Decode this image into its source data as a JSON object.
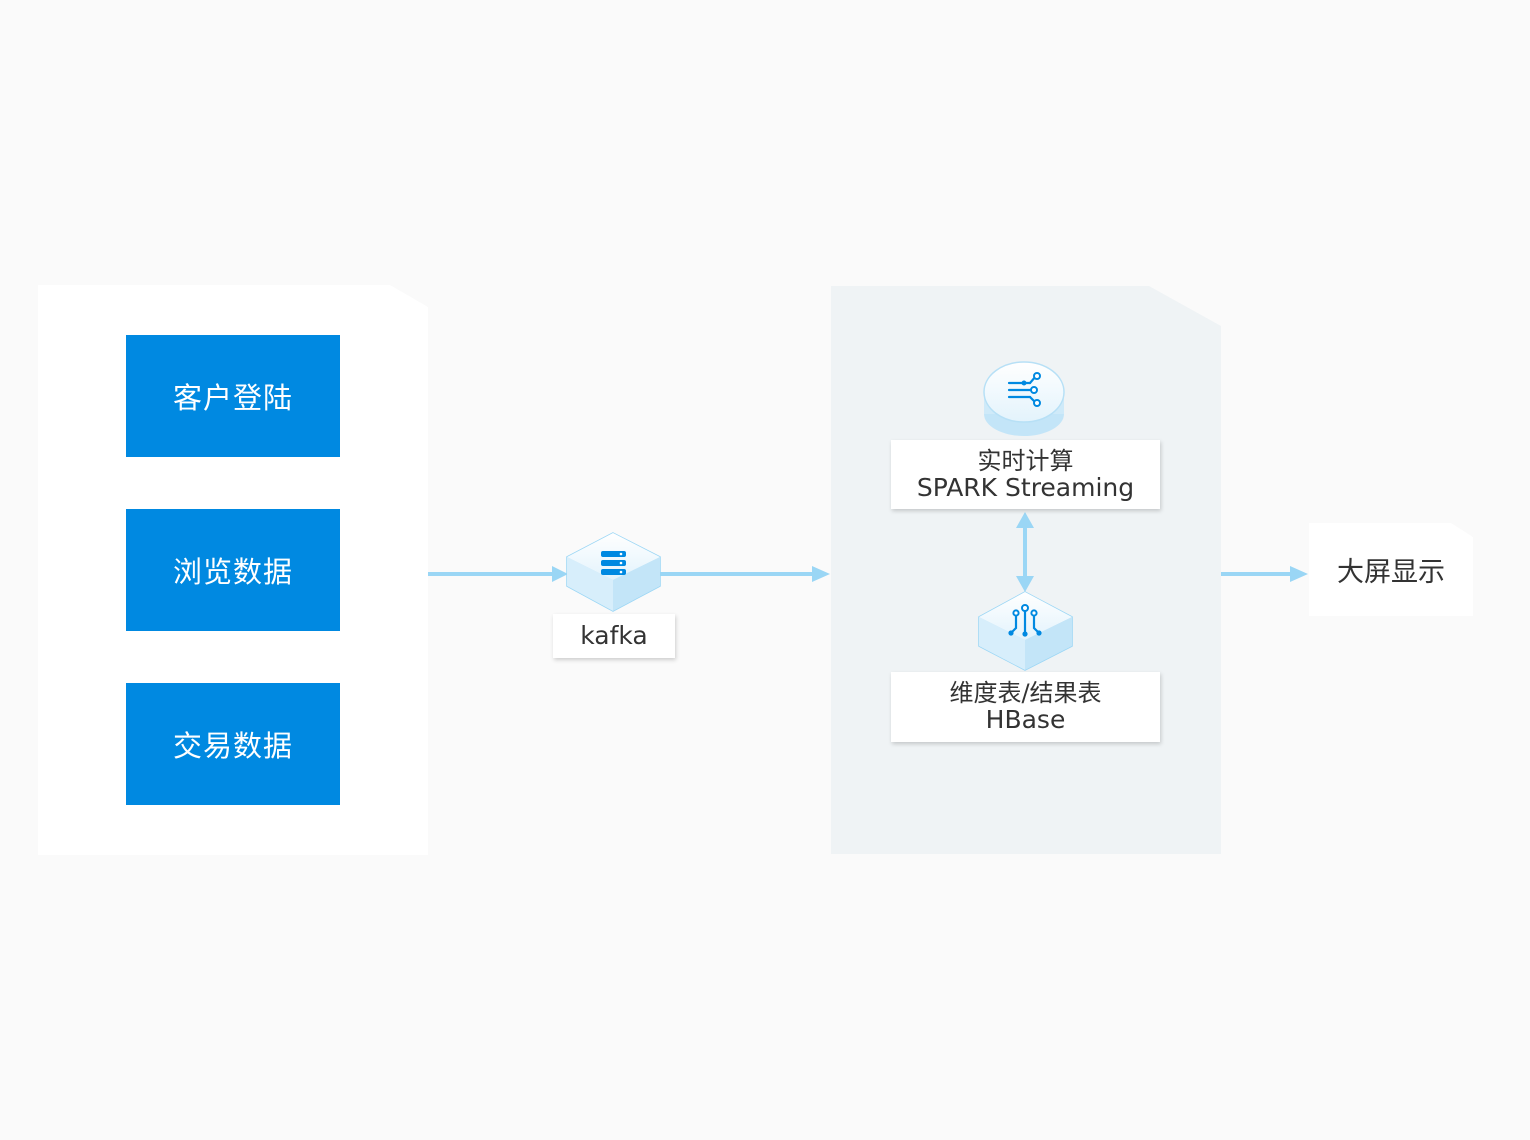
{
  "sources": [
    {
      "label": "客户登陆"
    },
    {
      "label": "浏览数据"
    },
    {
      "label": "交易数据"
    }
  ],
  "queue": {
    "label": "kafka",
    "icon": "server-stack-icon"
  },
  "compute": {
    "line1": "实时计算",
    "line2": "SPARK Streaming",
    "icon": "stream-nodes-icon"
  },
  "storage": {
    "line1": "维度表/结果表",
    "line2": "HBase",
    "icon": "circuit-icon"
  },
  "output": {
    "label": "大屏显示"
  },
  "colors": {
    "accent": "#0089e1",
    "arrow": "#9ad6f5",
    "panel_grey": "#eff3f5",
    "background": "#fafafa"
  }
}
